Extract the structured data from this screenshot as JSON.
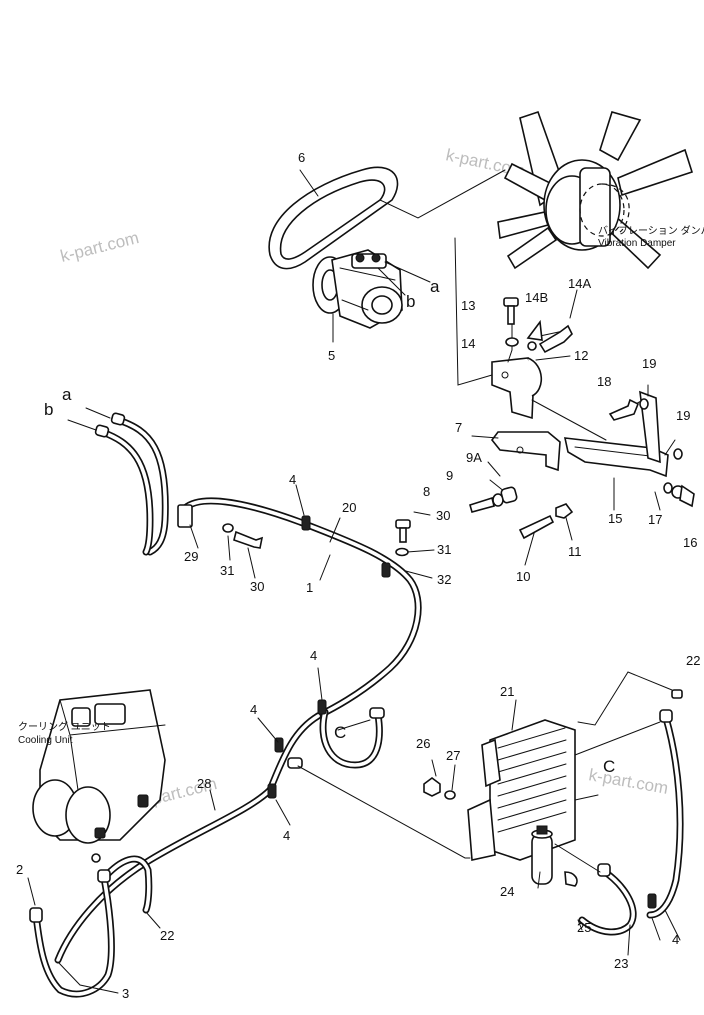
{
  "watermark": "k-part.com",
  "labels": {
    "n1": "1",
    "n2": "2",
    "n3": "3",
    "n4a": "4",
    "n4b": "4",
    "n4c": "4",
    "n4d": "4",
    "n4e": "4",
    "n5": "5",
    "n6": "6",
    "n7": "7",
    "n8": "8",
    "n9": "9",
    "n9A": "9A",
    "n10": "10",
    "n11": "11",
    "n12": "12",
    "n13": "13",
    "n14": "14",
    "n14A": "14A",
    "n14B": "14B",
    "n15": "15",
    "n16": "16",
    "n17": "17",
    "n18": "18",
    "n19a": "19",
    "n19b": "19",
    "n20": "20",
    "n21": "21",
    "n22a": "22",
    "n22b": "22",
    "n23": "23",
    "n24": "24",
    "n25": "25",
    "n26": "26",
    "n27": "27",
    "n28": "28",
    "n29": "29",
    "n30a": "30",
    "n30b": "30",
    "n31a": "31",
    "n31b": "31",
    "n32": "32"
  },
  "refs": {
    "a_compressor": "a",
    "b_compressor": "b",
    "a_hose": "a",
    "b_hose": "b",
    "c_left": "C",
    "c_right": "C"
  },
  "notes": {
    "vibration_damper_jp": "バイブレーション ダンパ",
    "vibration_damper_en": "Vibration Damper",
    "cooling_unit_jp": "クーリング ユニット",
    "cooling_unit_en": "Cooling Unit"
  }
}
